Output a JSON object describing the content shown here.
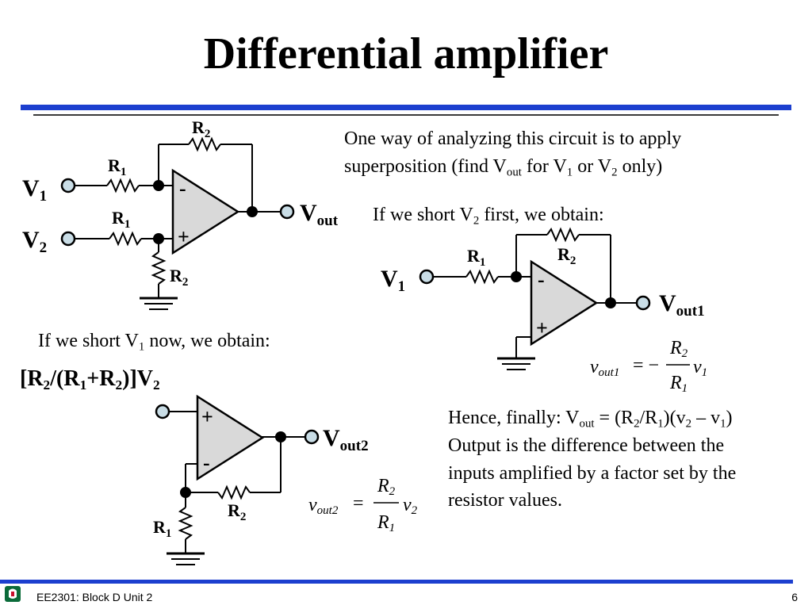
{
  "slide": {
    "title": "Differential amplifier",
    "intro_line1": "One way of analyzing this circuit is to apply",
    "intro_line2_a": "superposition (find V",
    "intro_line2_sub1": "out",
    "intro_line2_b": " for V",
    "intro_line2_sub2": "1",
    "intro_line2_c": " or V",
    "intro_line2_sub3": "2",
    "intro_line2_d": " only)",
    "short_v2_a": "If we short V",
    "short_v2_sub": "2",
    "short_v2_b": " first, we obtain:",
    "short_v1_a": "If we short V",
    "short_v1_sub": "1",
    "short_v1_b": " now, we obtain:",
    "hence_a": "Hence, finally: V",
    "hence_sub1": "out",
    "hence_b": " = (R",
    "hence_sub2": "2",
    "hence_c": "/R",
    "hence_sub3": "1",
    "hence_d": ")(v",
    "hence_sub4": "2",
    "hence_e": " – v",
    "hence_sub5": "1",
    "hence_f": ")",
    "output_line1": "Output is the difference between the",
    "output_line2": "inputs amplified by a factor set by the",
    "output_line3": "resistor values."
  },
  "circuit_main": {
    "V": "V",
    "sub1": "1",
    "sub2": "2",
    "R": "R",
    "out": "out",
    "minus": "-",
    "plus": "+"
  },
  "circuit_v2_short": {
    "out1": "out1"
  },
  "circuit_v1_short": {
    "expr_R": "[R",
    "expr_a": "/(R",
    "expr_b": "+R",
    "expr_c": ")]V",
    "out2": "out2"
  },
  "equations": {
    "eq1_lhs": "v",
    "eq1_sub": "out1",
    "eq1_eq": "= −",
    "eq1_num": "R",
    "eq1_num_sub": "2",
    "eq1_den": "R",
    "eq1_den_sub": "1",
    "eq1_rhs": "v",
    "eq1_rhs_sub": "1",
    "eq2_lhs": "v",
    "eq2_sub": "out2",
    "eq2_eq": "=",
    "eq2_num": "R",
    "eq2_num_sub": "2",
    "eq2_den": "R",
    "eq2_den_sub": "1",
    "eq2_rhs": "v",
    "eq2_rhs_sub": "2"
  },
  "footer": {
    "course": "EE2301: Block D Unit 2",
    "page": "6"
  },
  "colors": {
    "rule_blue": "#1c3fcf",
    "opamp_fill": "#d9d9d9",
    "terminal_fill": "#c9dde6"
  },
  "icons": [
    "university-logo-icon"
  ]
}
